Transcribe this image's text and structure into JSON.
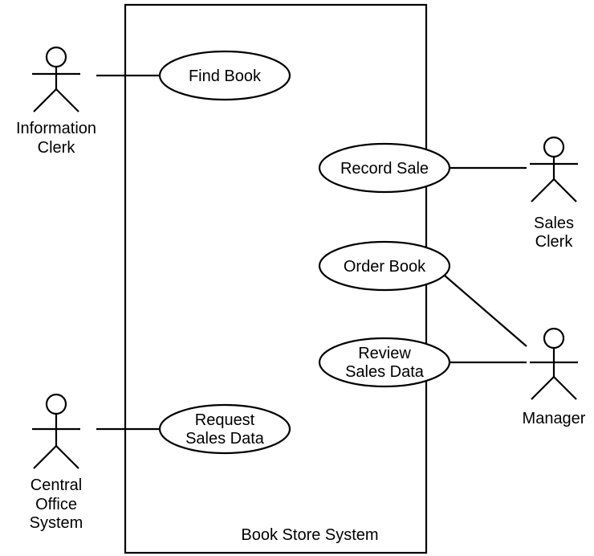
{
  "system": {
    "label": "Book Store System"
  },
  "actors": {
    "information_clerk": [
      "Information",
      "Clerk"
    ],
    "sales_clerk": [
      "Sales",
      "Clerk"
    ],
    "manager": [
      "Manager"
    ],
    "central_office": [
      "Central",
      "Office",
      "System"
    ]
  },
  "use_cases": {
    "find_book": [
      "Find Book"
    ],
    "record_sale": [
      "Record Sale"
    ],
    "order_book": [
      "Order Book"
    ],
    "review_sales_data": [
      "Review",
      "Sales Data"
    ],
    "request_sales_data": [
      "Request",
      "Sales Data"
    ]
  }
}
